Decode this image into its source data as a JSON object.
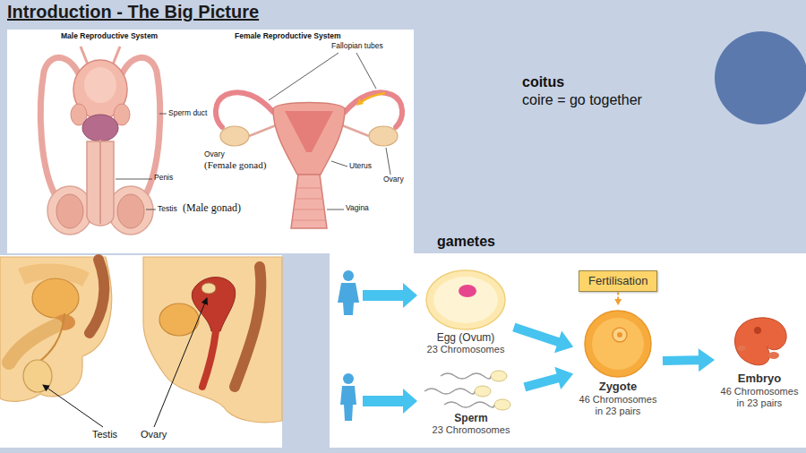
{
  "diagram": {
    "title": "Introduction - The Big Picture",
    "nodes": [
      {
        "text": [
          "Egg (Ovum)",
          "23 Chromosomes"
        ]
      },
      {
        "text": [
          "Sperm",
          "23 Chromosomes"
        ]
      },
      {
        "text": [
          "Fertilisation"
        ]
      },
      {
        "text": [
          "Zygote",
          "46 Chromosomes in 23 pairs"
        ]
      },
      {
        "text": [
          "Embryo",
          "46 Chromosomes in 23 pairs"
        ]
      }
    ],
    "edges": [
      {
        "from": 0,
        "to": 3,
        "arrow": "to"
      },
      {
        "from": 1,
        "to": 3,
        "arrow": "to"
      },
      {
        "from": 2,
        "to": 3,
        "arrow": "to"
      },
      {
        "from": 3,
        "to": 4,
        "arrow": "to"
      }
    ],
    "labels": [
      "Male Reproductive System",
      "Female Reproductive System",
      "Fallopian tubes",
      "Sperm duct",
      "Ovary",
      "(Female gonad)",
      "Ovary",
      "Uterus",
      "Penis",
      "Testis",
      "(Male gonad)",
      "Vagina",
      "coitus",
      "coire = go together",
      "gametes",
      "Testis",
      "Ovary"
    ]
  }
}
